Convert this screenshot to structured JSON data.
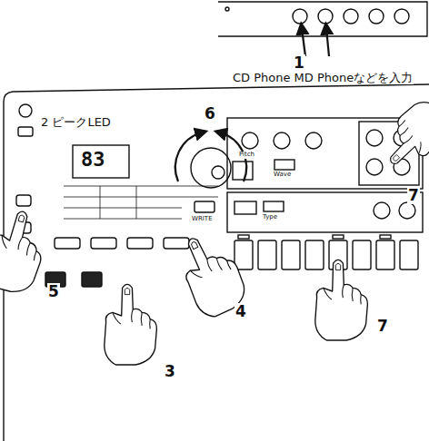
{
  "diagram": {
    "labels": [
      "1",
      "CD Phone MD Phoneなどを入力",
      "2 ピークLED",
      "83",
      "WRITE",
      "Pitch",
      "Wave",
      "Type",
      "3",
      "4",
      "5",
      "6",
      "7",
      "7"
    ]
  }
}
